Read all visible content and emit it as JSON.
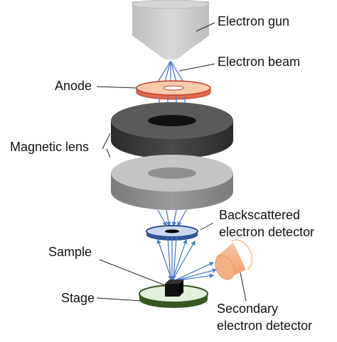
{
  "labels": {
    "electron_gun": "Electron gun",
    "electron_beam": "Electron beam",
    "anode": "Anode",
    "magnetic_lens": "Magnetic lens",
    "backscattered_line1": "Backscattered",
    "backscattered_line2": "electron detector",
    "sample": "Sample",
    "stage": "Stage",
    "secondary_line1": "Secondary",
    "secondary_line2": "electron detector"
  },
  "colors": {
    "gun": "#c8c8c8",
    "anode_top": "#f7c9b0",
    "anode_rim": "#c0392b",
    "lens_upper": "#3a3a3a",
    "lens_lower": "#8a8a8a",
    "beam": "#4a7cc9",
    "bse_detector": "#2f5597",
    "stage_top": "#e2efd9",
    "stage_rim": "#385723",
    "secondary_detector": "#f4b183",
    "sample": "#111111"
  }
}
